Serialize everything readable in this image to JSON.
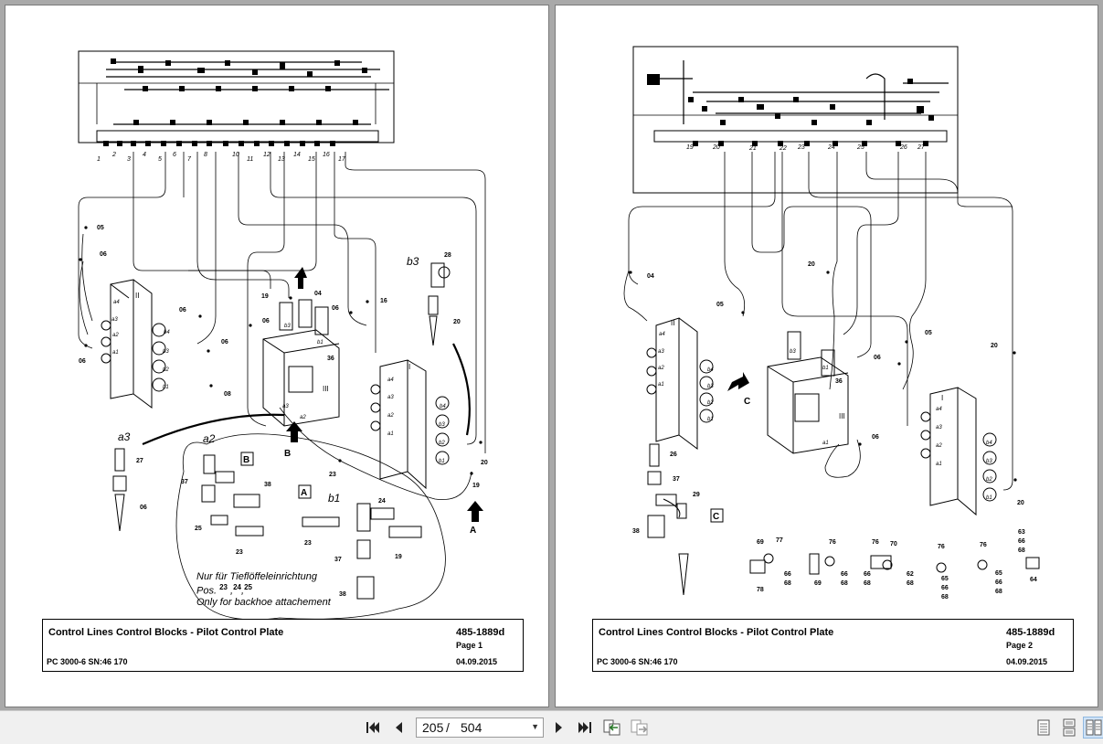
{
  "viewer": {
    "current_page": "205",
    "separator": "/",
    "total_pages": "504"
  },
  "left_page": {
    "title": "Control Lines Control Blocks - Pilot Control Plate",
    "doc_number": "485-1889d",
    "page_label": "Page 1",
    "model": "PC 3000-6 SN:46 170",
    "date": "04.09.2015",
    "note_de": "Nur für Tieflöffeleinrichtung",
    "note_pos": "Pos.",
    "note_pos_refs": [
      "23",
      "24",
      "25"
    ],
    "note_en": "Only for backhoe attachement",
    "detail_labels": [
      "A",
      "B"
    ],
    "port_labels": [
      "a3",
      "a2",
      "b1",
      "b3"
    ],
    "arrow_labels": [
      "A",
      "B"
    ],
    "block_labels": [
      "II",
      "III",
      "I"
    ],
    "top_numbers": [
      "1",
      "2",
      "3",
      "4",
      "5",
      "6",
      "7",
      "8",
      "10",
      "11",
      "12",
      "13",
      "14",
      "15",
      "16",
      "17"
    ],
    "callouts": [
      "05",
      "06",
      "06",
      "06",
      "06",
      "06",
      "08",
      "19",
      "04",
      "06",
      "16",
      "28",
      "20",
      "20",
      "19",
      "23",
      "27",
      "06",
      "37",
      "38",
      "25",
      "23",
      "24",
      "37",
      "19",
      "23",
      "38",
      "36"
    ]
  },
  "right_page": {
    "title": "Control Lines Control Blocks - Pilot Control Plate",
    "doc_number": "485-1889d",
    "page_label": "Page 2",
    "model": "PC 3000-6 SN:46 170",
    "date": "04.09.2015",
    "detail_labels": [
      "C"
    ],
    "arrow_labels": [
      "C"
    ],
    "block_labels": [
      "II",
      "III",
      "I"
    ],
    "top_numbers": [
      "19",
      "20",
      "21",
      "22",
      "23",
      "24",
      "25",
      "26",
      "27"
    ],
    "callouts": [
      "04",
      "05",
      "20",
      "05",
      "06",
      "06",
      "20",
      "20",
      "26",
      "37",
      "29",
      "38",
      "69",
      "77",
      "66",
      "68",
      "78",
      "76",
      "69",
      "66",
      "68",
      "76",
      "70",
      "66",
      "68",
      "62",
      "68",
      "76",
      "65",
      "66",
      "68",
      "76",
      "65",
      "66",
      "68",
      "63",
      "66",
      "68",
      "64",
      "36"
    ]
  },
  "icons": [
    "first-page-icon",
    "prev-page-icon",
    "next-page-icon",
    "last-page-icon",
    "go-back-icon",
    "go-forward-icon",
    "single-page-view-icon",
    "continuous-view-icon",
    "facing-view-icon"
  ]
}
